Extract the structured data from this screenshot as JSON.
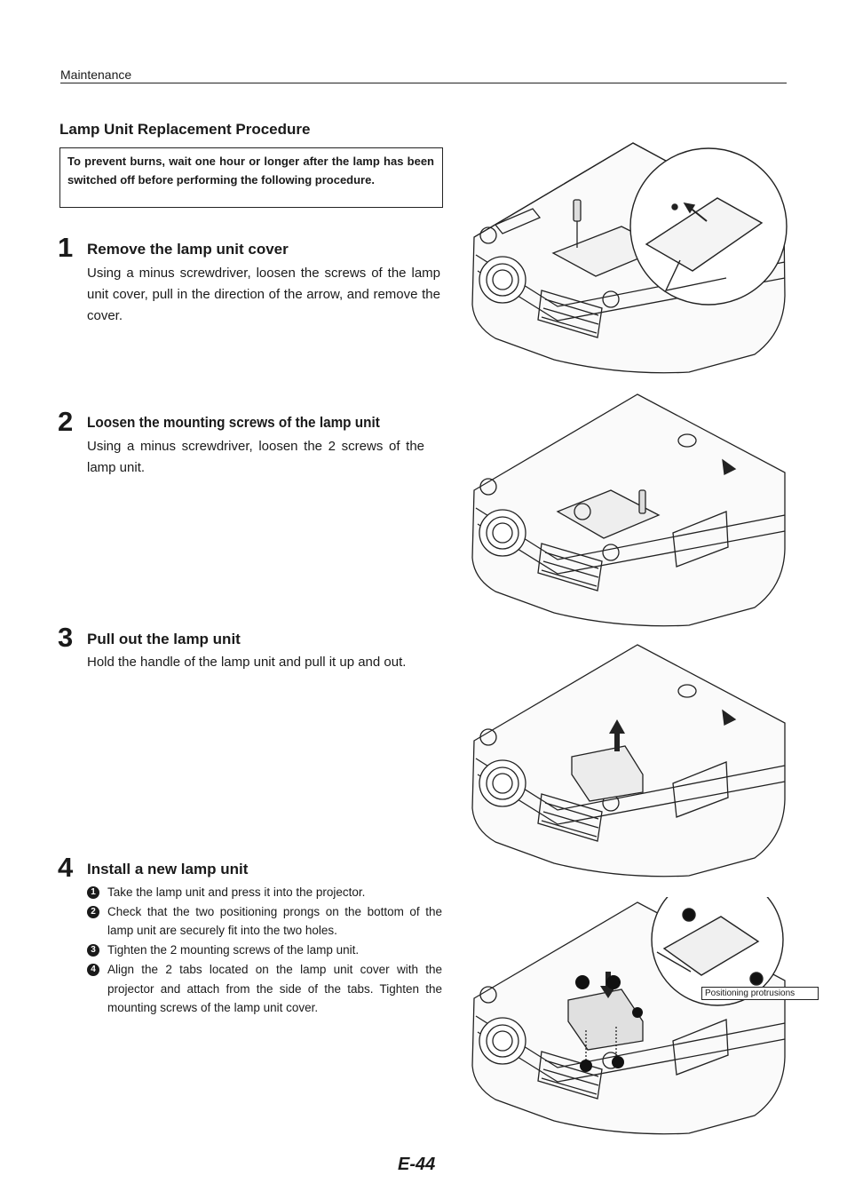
{
  "header": {
    "section": "Maintenance"
  },
  "title": "Lamp Unit Replacement Procedure",
  "warning": "To prevent burns, wait one hour or longer after the lamp has been switched off before performing the following procedure.",
  "steps": [
    {
      "number": "1",
      "title": "Remove the lamp unit cover",
      "body": "Using a minus screwdriver, loosen the screws of the lamp unit cover, pull in the direction of the arrow, and remove the cover."
    },
    {
      "number": "2",
      "title": "Loosen the mounting screws of the lamp unit",
      "body": "Using a minus screwdriver, loosen the 2 screws of the lamp unit."
    },
    {
      "number": "3",
      "title": "Pull out the lamp unit",
      "body": "Hold the handle of the lamp unit and pull it up and out."
    },
    {
      "number": "4",
      "title": "Install a new lamp unit",
      "items": [
        {
          "marker": "1",
          "text": "Take the lamp unit and press it into the projector."
        },
        {
          "marker": "2",
          "text": "Check that the two positioning prongs on the bottom of the lamp unit are securely fit into the two holes."
        },
        {
          "marker": "3",
          "text": "Tighten the 2 mounting screws of the lamp unit."
        },
        {
          "marker": "4",
          "text": "Align the 2 tabs located on the lamp unit cover with the projector and attach from the side of the tabs. Tighten the mounting screws of the lamp unit cover."
        }
      ]
    }
  ],
  "figure_callout": "Positioning protrusions",
  "page_number": "E-44"
}
